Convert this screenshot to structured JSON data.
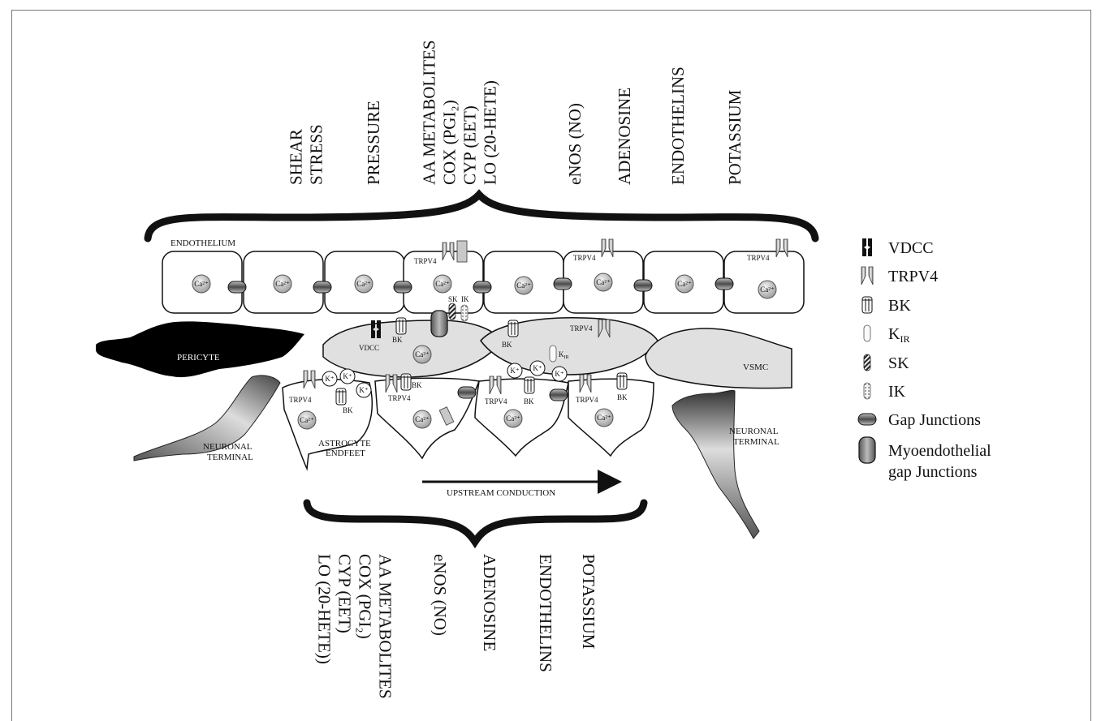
{
  "top_labels": [
    {
      "lines": [
        "SHEAR",
        "STRESS"
      ]
    },
    {
      "lines": [
        "PRESSURE"
      ]
    },
    {
      "lines": [
        "AA METABOLITES",
        "COX (PGI₂)",
        "CYP (EET)",
        "LO (20-HETE)"
      ]
    },
    {
      "lines": [
        "eNOS (NO)"
      ]
    },
    {
      "lines": [
        "ADENOSINE"
      ]
    },
    {
      "lines": [
        "ENDOTHELINS"
      ]
    },
    {
      "lines": [
        "POTASSIUM"
      ]
    }
  ],
  "bottom_labels": [
    {
      "lines": [
        "AA METABOLITES",
        "COX (PGI₂)",
        "CYP (EET)",
        "LO (20-HETE))"
      ]
    },
    {
      "lines": [
        "eNOS (NO)"
      ]
    },
    {
      "lines": [
        "ADENOSINE"
      ]
    },
    {
      "lines": [
        "ENDOTHELINS"
      ]
    },
    {
      "lines": [
        "POTASSIUM"
      ]
    }
  ],
  "diagram": {
    "endothelium": "ENDOTHELIUM",
    "pericyte": "PERICYTE",
    "vsmc": "VSMC",
    "astrocyte": "ASTROCYTE\nENDFEET",
    "neuronal_left": "NEURONAL\nTERMINAL",
    "neuronal_right": "NEURONAL\nTERMINAL",
    "conduction": "UPSTREAM CONDUCTION",
    "ca": "Ca²⁺",
    "k": "K⁺",
    "trpv4": "TRPV4",
    "bk": "BK",
    "vdcc": "VDCC",
    "sk": "SK",
    "ik": "IK",
    "kir": "K",
    "kir_sub": "IR"
  },
  "legend": {
    "items": [
      {
        "icon": "vdcc-icon",
        "label": "VDCC"
      },
      {
        "icon": "trpv4-icon",
        "label": "TRPV4"
      },
      {
        "icon": "bk-icon",
        "label": "BK"
      },
      {
        "icon": "kir-icon",
        "label": "K",
        "sub": "IR"
      },
      {
        "icon": "sk-icon",
        "label": "SK"
      },
      {
        "icon": "ik-icon",
        "label": "IK"
      },
      {
        "icon": "gap-junction-icon",
        "label": "Gap Junctions"
      },
      {
        "icon": "myoendothelial-gap-junction-icon",
        "label": "Myoendothelial",
        "label2": "gap Junctions"
      }
    ]
  },
  "colors": {
    "cell_fill": "#e0e0e0",
    "pericyte": "#000000",
    "line": "#111111"
  }
}
